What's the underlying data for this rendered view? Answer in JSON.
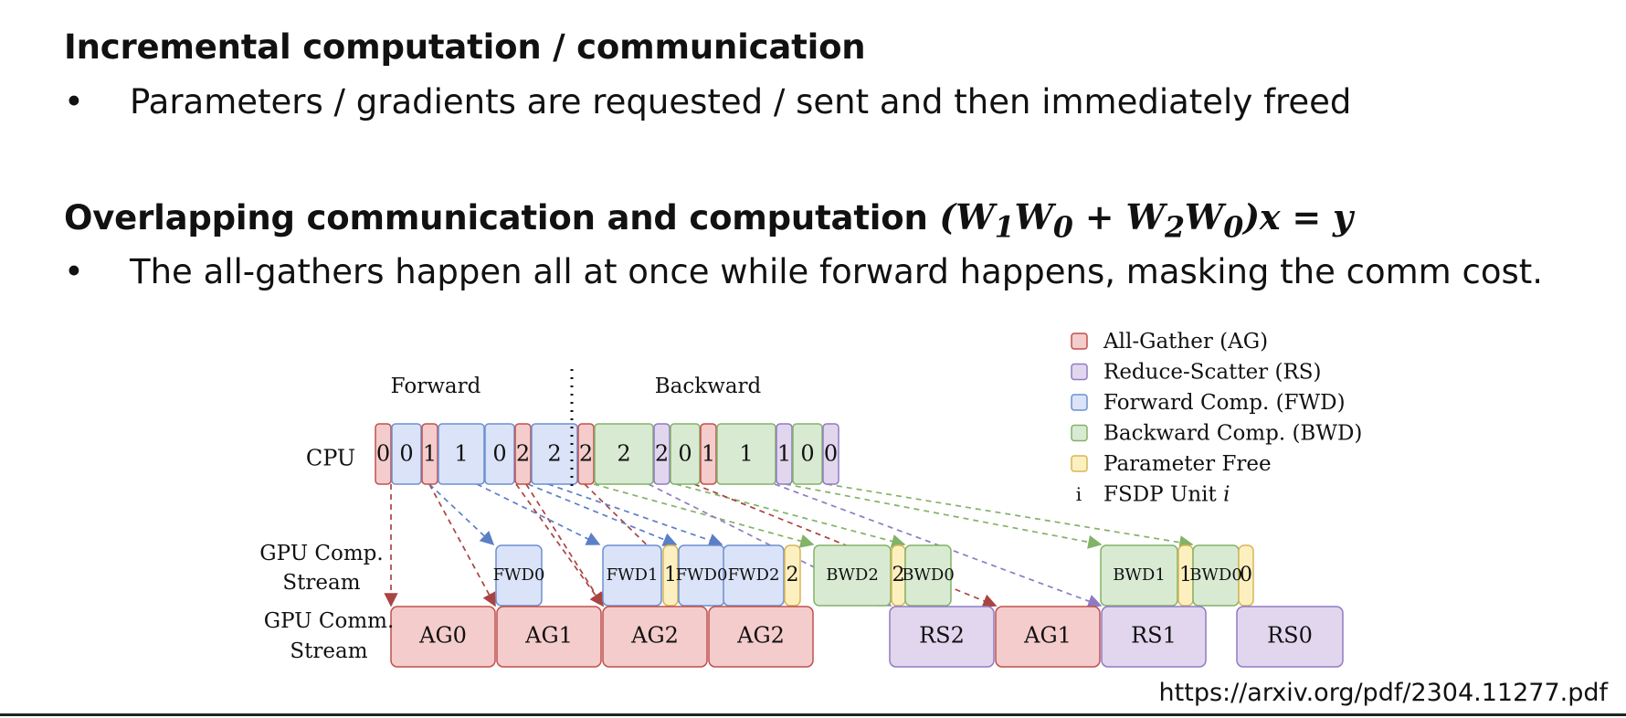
{
  "slide": {
    "heading1": "Incremental computation / communication",
    "bullet1": "Parameters / gradients are requested / sent and then immediately freed",
    "heading2": "Overlapping communication and computation",
    "heading2_math": {
      "open": "(",
      "w1": "W",
      "w1_sub": "1",
      "w0a": "W",
      "w0a_sub": "0",
      "plus": " + ",
      "w2": "W",
      "w2_sub": "2",
      "w0b": "W",
      "w0b_sub": "0",
      "tail": ")x = y"
    },
    "bullet2": "The all-gathers happen all at once while forward happens, masking the comm cost.",
    "bullet_glyph": "•",
    "source": "https://arxiv.org/pdf/2304.11277.pdf"
  },
  "diagram": {
    "colors": {
      "AG": {
        "fill": "#f4cccc",
        "stroke": "#c0504d"
      },
      "RS": {
        "fill": "#e2d6ee",
        "stroke": "#8e7cc3"
      },
      "FWD": {
        "fill": "#dae3f8",
        "stroke": "#6d8fd0"
      },
      "BWD": {
        "fill": "#d9ead3",
        "stroke": "#82b366"
      },
      "FREE": {
        "fill": "#fdf0c0",
        "stroke": "#d6b656"
      },
      "arrow_red": "#a94442",
      "arrow_blue": "#5b7fc7",
      "arrow_green": "#82b366",
      "arrow_purple": "#8e7cc3"
    },
    "phase_labels": {
      "forward": "Forward",
      "backward": "Backward"
    },
    "row_labels": {
      "cpu": "CPU",
      "gpu_comp": [
        "GPU Comp.",
        "Stream"
      ],
      "gpu_comm": [
        "GPU Comm.",
        "Stream"
      ]
    },
    "legend": [
      {
        "kind": "AG",
        "label": "All-Gather (AG)"
      },
      {
        "kind": "RS",
        "label": "Reduce-Scatter (RS)"
      },
      {
        "kind": "FWD",
        "label": "Forward Comp. (FWD)"
      },
      {
        "kind": "BWD",
        "label": "Backward Comp. (BWD)"
      },
      {
        "kind": "FREE",
        "label": "Parameter Free"
      },
      {
        "kind": "unit",
        "symbol": "i",
        "label": "FSDP Unit ",
        "label_italic": "i"
      }
    ],
    "cpu_sequence": [
      {
        "kind": "AG",
        "label": "0"
      },
      {
        "kind": "FWD",
        "label": "0"
      },
      {
        "kind": "AG",
        "label": "1"
      },
      {
        "kind": "FWD",
        "label": "1"
      },
      {
        "kind": "FWD",
        "label": "0"
      },
      {
        "kind": "AG",
        "label": "2"
      },
      {
        "kind": "FWD",
        "label": "2"
      },
      {
        "kind": "AG",
        "label": "2"
      },
      {
        "kind": "BWD",
        "label": "2"
      },
      {
        "kind": "RS",
        "label": "2"
      },
      {
        "kind": "BWD",
        "label": "0"
      },
      {
        "kind": "AG",
        "label": "1"
      },
      {
        "kind": "BWD",
        "label": "1"
      },
      {
        "kind": "RS",
        "label": "1"
      },
      {
        "kind": "BWD",
        "label": "0"
      },
      {
        "kind": "RS",
        "label": "0"
      }
    ],
    "gpu_comp": [
      {
        "kind": "FWD",
        "label": "FWD0"
      },
      {
        "kind": "FWD",
        "label": "FWD1"
      },
      {
        "kind": "FREE",
        "label": "1"
      },
      {
        "kind": "FWD",
        "label": "FWD0"
      },
      {
        "kind": "FWD",
        "label": "FWD2"
      },
      {
        "kind": "FREE",
        "label": "2"
      },
      {
        "kind": "BWD",
        "label": "BWD2"
      },
      {
        "kind": "FREE",
        "label": "2"
      },
      {
        "kind": "BWD",
        "label": "BWD0"
      },
      {
        "kind": "BWD",
        "label": "BWD1"
      },
      {
        "kind": "FREE",
        "label": "1"
      },
      {
        "kind": "BWD",
        "label": "BWD0"
      },
      {
        "kind": "FREE",
        "label": "0"
      }
    ],
    "gpu_comm": [
      {
        "kind": "AG",
        "label": "AG0"
      },
      {
        "kind": "AG",
        "label": "AG1"
      },
      {
        "kind": "AG",
        "label": "AG2"
      },
      {
        "kind": "AG",
        "label": "AG2"
      },
      {
        "kind": "RS",
        "label": "RS2"
      },
      {
        "kind": "AG",
        "label": "AG1"
      },
      {
        "kind": "RS",
        "label": "RS1"
      },
      {
        "kind": "RS",
        "label": "RS0"
      }
    ]
  }
}
